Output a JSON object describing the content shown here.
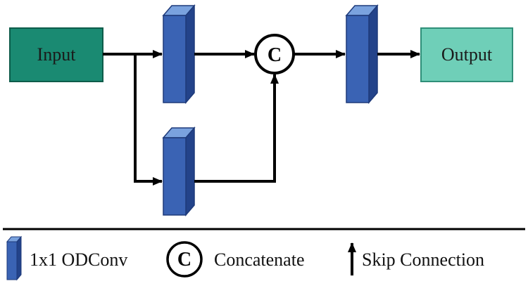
{
  "diagram": {
    "input_label": "Input",
    "output_label": "Output",
    "concat_symbol": "C"
  },
  "legend": {
    "odconv_label": "1x1 ODConv",
    "concat_symbol": "C",
    "concat_label": "Concatenate",
    "skip_label": "Skip Connection"
  },
  "colors": {
    "input_fill": "#1a8a72",
    "output_fill": "#6fcfb8",
    "block_front": "#3a63b4",
    "block_side": "#23438a",
    "block_top": "#7aa2de",
    "line": "#000000"
  }
}
